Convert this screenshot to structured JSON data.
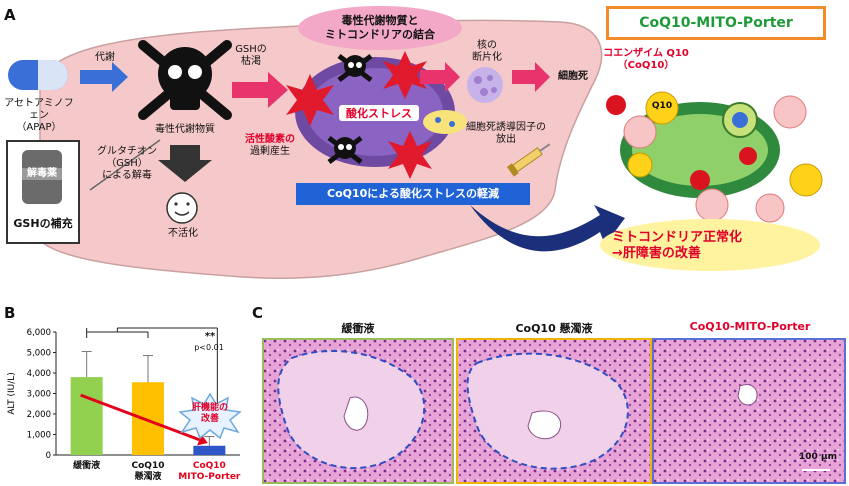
{
  "panel_a": {
    "letter": "A",
    "apap_line1": "アセトアミノフェン",
    "apap_line2": "（APAP）",
    "metabolism": "代謝",
    "toxic_metabolite": "毒性代謝物質",
    "gsh_line1": "GSHの",
    "gsh_line2": "枯渇",
    "binding_line1": "毒性代謝物質と",
    "binding_line2": "ミトコンドリアの結合",
    "nucleus_line1": "核の",
    "nucleus_line2": "断片化",
    "cell_death": "細胞死",
    "ros_line1": "活性酸素の",
    "ros_line2": "過剰産生",
    "oxidative_stress": "酸化ストレス",
    "death_factor_line1": "細胞死誘導因子の",
    "death_factor_line2": "放出",
    "antidote": "解毒薬",
    "gsh_supply": "GSHの補充",
    "glutathione_line1": "グルタチオン",
    "glutathione_line2": "（GSH）",
    "glutathione_line3": "による解毒",
    "inactivation": "不活化",
    "coq10_reduction": "CoQ10による酸化ストレスの軽減",
    "mito_porter_title": "CoQ10-MITO-Porter",
    "coenzyme_line1": "コエンザイム Q10",
    "coenzyme_line2": "（CoQ10）",
    "q10_label": "Q10",
    "normalize_line1": "ミトコンドリア正常化",
    "normalize_line2": "→肝障害の改善"
  },
  "panel_b": {
    "letter": "B",
    "significance": "**",
    "pvalue": "p<0.01",
    "callout_line1": "肝機能の",
    "callout_line2": "改善"
  },
  "panel_c": {
    "letter": "C",
    "title1": "緩衝液",
    "title2": "CoQ10 懸濁液",
    "title3": "CoQ10-MITO-Porter",
    "scale_bar": "100 μm"
  },
  "colors": {
    "liver": "#f5c9c9",
    "arrow_pink": "#e8336d",
    "arrow_blue": "#3a6fd8",
    "banner_blue": "#1f63d6",
    "buffer_green": "#92d050",
    "suspension_orange": "#ffc000",
    "porter_blue": "#2e56c9",
    "trend_red": "#e3001b",
    "frame_green": "#9bbb59",
    "frame_orange": "#f0b400",
    "frame_blue": "#5b6fd6",
    "title_green": "#1f9a3a"
  },
  "chart_data": {
    "type": "bar",
    "categories": [
      "緩衝液",
      "CoQ10 懸濁液",
      "CoQ10 MITO-Porter"
    ],
    "values": [
      3800,
      3550,
      450
    ],
    "errors": [
      1250,
      1300,
      450
    ],
    "ylabel": "ALT (IU/L)",
    "ylim": [
      0,
      6000
    ],
    "yticks": [
      "0",
      "1,000",
      "2,000",
      "3,000",
      "4,000",
      "5,000",
      "6,000"
    ],
    "grid": false,
    "legend": "none"
  }
}
